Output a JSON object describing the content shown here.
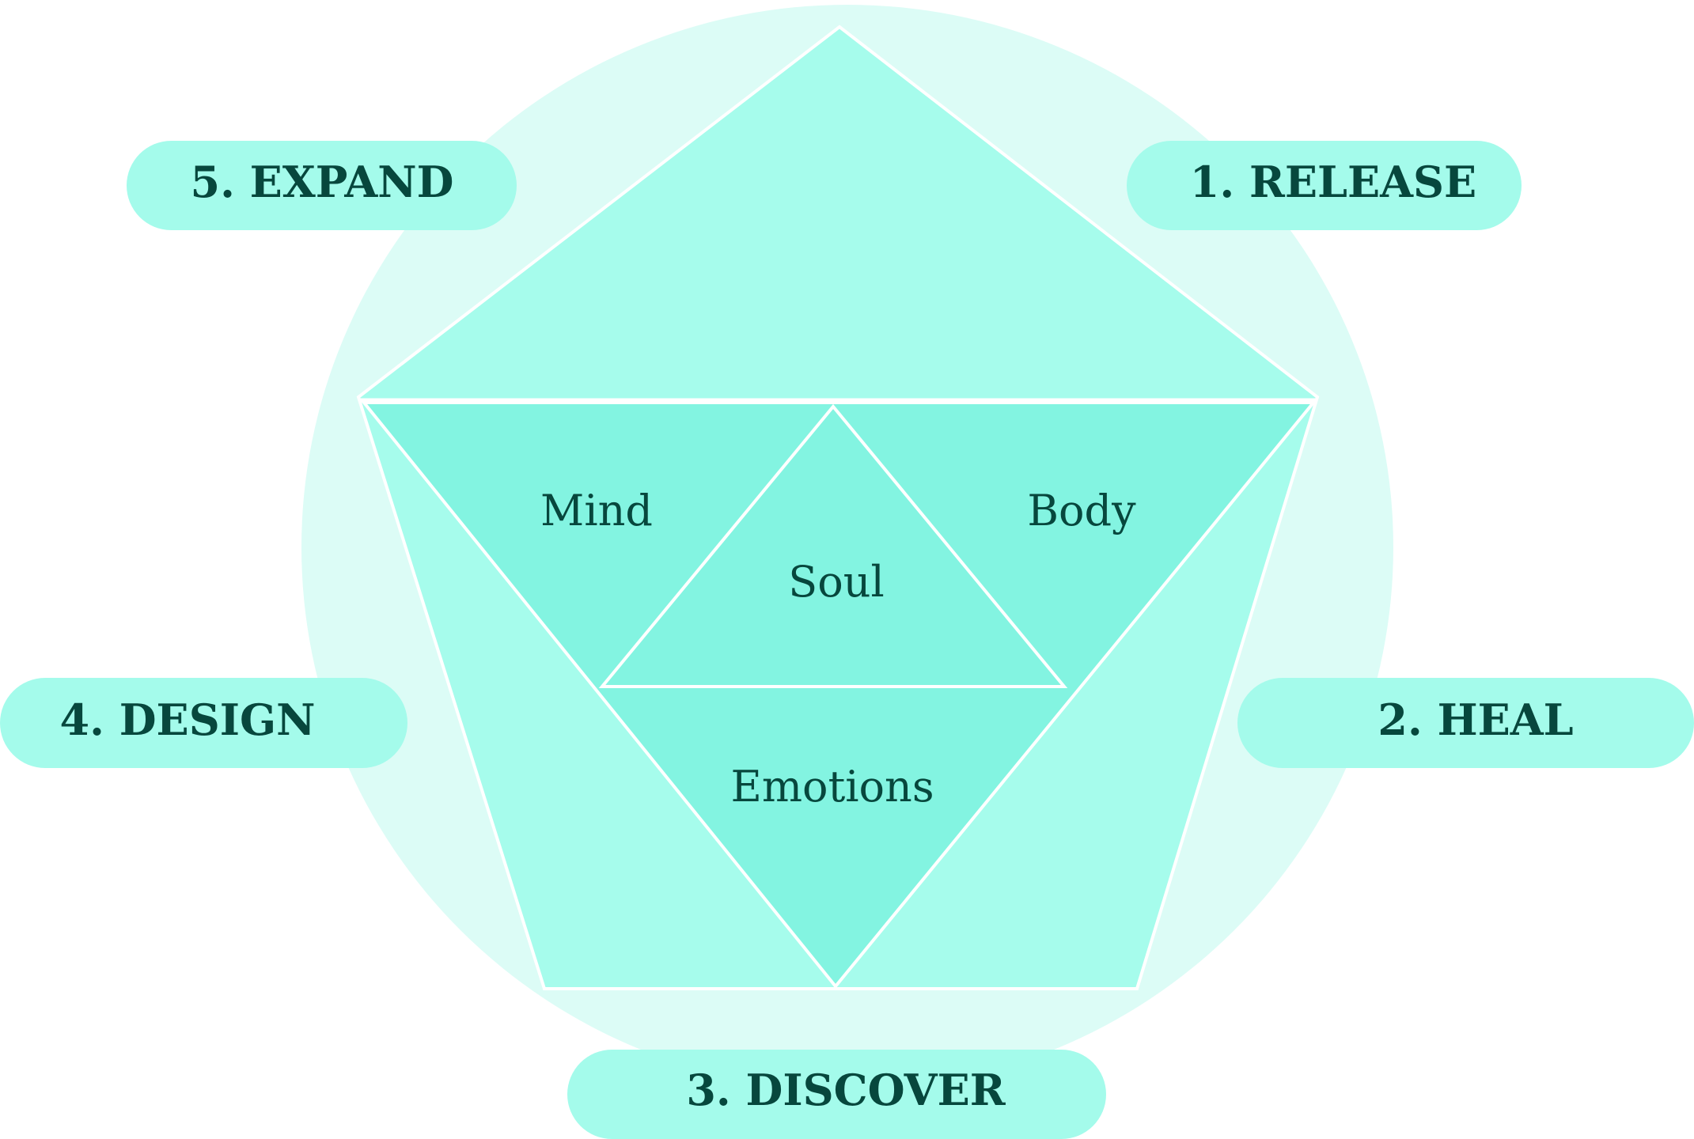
{
  "colors": {
    "background": "#ffffff",
    "outer_circle": "#dcfcf6",
    "pentagon": "#a6fcec",
    "inner_triangles": "#83f4e1",
    "pill": "#a4fbeb",
    "stroke": "#ffffff",
    "text": "#07473d"
  },
  "stages": [
    {
      "id": "release",
      "label": "1. RELEASE"
    },
    {
      "id": "heal",
      "label": "2. HEAL"
    },
    {
      "id": "discover",
      "label": "3. DISCOVER"
    },
    {
      "id": "design",
      "label": "4. DESIGN"
    },
    {
      "id": "expand",
      "label": "5. EXPAND"
    }
  ],
  "areas": {
    "mind": "Mind",
    "body": "Body",
    "soul": "Soul",
    "emotions": "Emotions"
  }
}
